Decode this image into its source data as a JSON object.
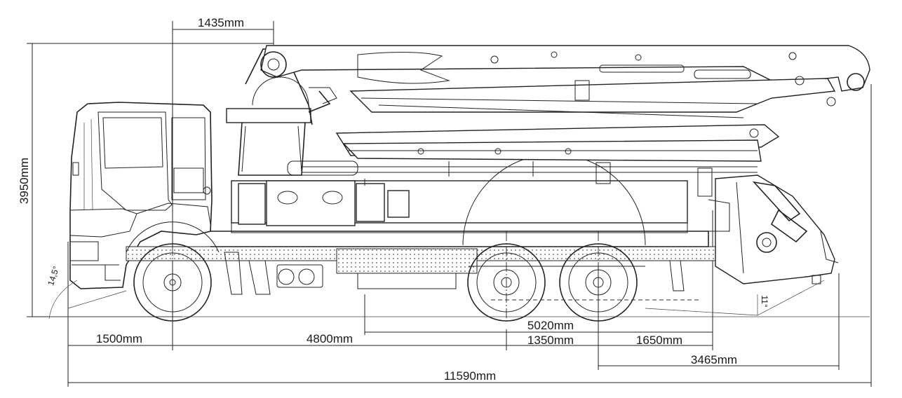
{
  "dimensions": {
    "overall_height": "3950mm",
    "boom_offset": "1435mm",
    "front_overhang": "1500mm",
    "wheelbase": "4800mm",
    "pivot_to_pump": "5020mm",
    "axle_spacing": "1350mm",
    "rear_to_outrigger": "1650mm",
    "rear_overhang": "3465mm",
    "overall_length": "11590mm"
  },
  "angles": {
    "approach": "14,5°",
    "departure": "11°"
  },
  "colors": {
    "line": "#222222",
    "background": "#ffffff"
  }
}
